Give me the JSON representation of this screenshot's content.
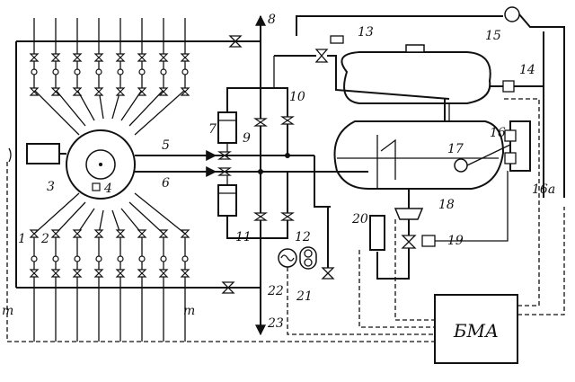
{
  "labels": {
    "l1": "1",
    "l2": "2",
    "l3": "3",
    "l4": "4",
    "l5": "5",
    "l6": "6",
    "l7": "7",
    "l8": "8",
    "l9": "9",
    "l10": "10",
    "l11": "11",
    "l12": "12",
    "l13": "13",
    "l14": "14",
    "l15": "15",
    "l16": "16",
    "l16a": "16а",
    "l17": "17",
    "l18": "18",
    "l19": "19",
    "l20": "20",
    "l21": "21",
    "l22": "22",
    "l23": "23",
    "m_left": "m",
    "m_right": "m"
  },
  "control_unit": {
    "label": "БМА"
  }
}
